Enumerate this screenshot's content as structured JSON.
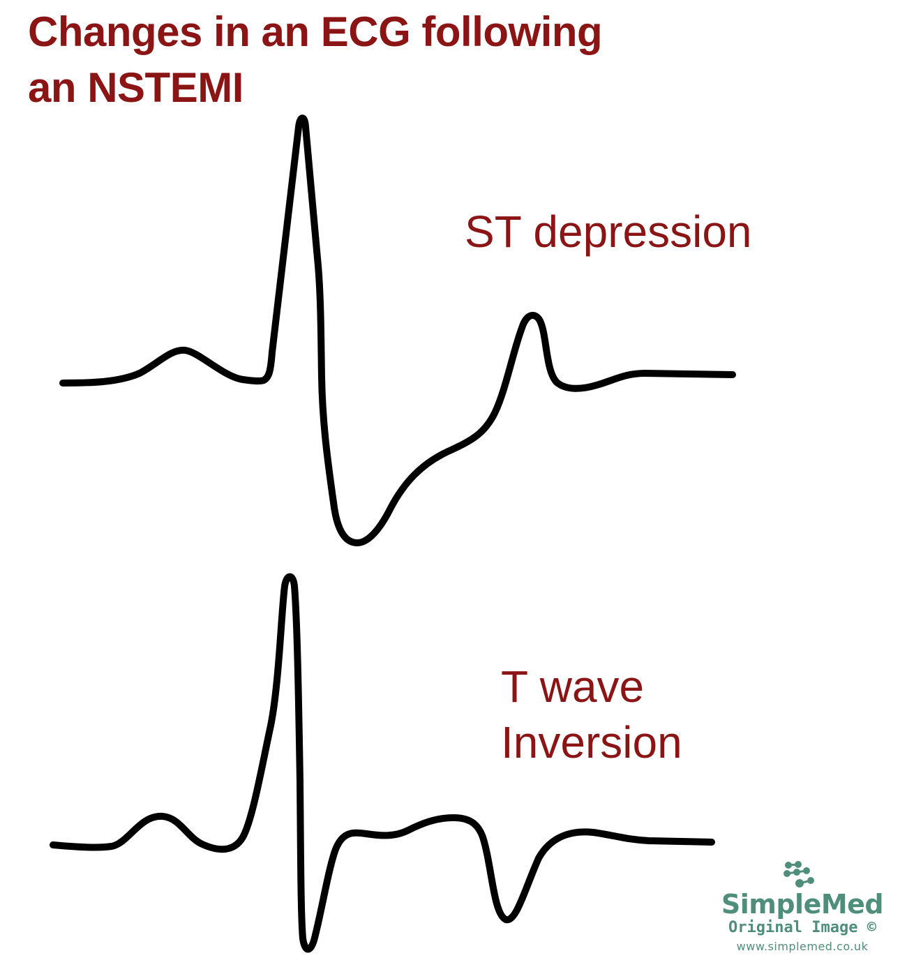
{
  "title": {
    "line1": "Changes in an ECG following",
    "line2": "an NSTEMI",
    "color": "#8b1414"
  },
  "traces": [
    {
      "id": "st-depression",
      "label": "ST depression",
      "description": "ECG complex showing P wave, tall R wave, deep S wave with depressed ST segment, upright T wave"
    },
    {
      "id": "t-wave-inversion",
      "label_line1": "T wave",
      "label_line2": "Inversion",
      "description": "ECG complex showing P wave, tall narrow R wave, deep S wave, inverted T wave"
    }
  ],
  "labels": {
    "st_depression": "ST depression",
    "t_wave_line1": "T wave",
    "t_wave_line2": "Inversion",
    "color": "#8b1414"
  },
  "logo": {
    "name": "SimpleMed",
    "subtitle": "Original Image ©",
    "url": "www.simplemed.co.uk",
    "icon": "molecule-dots-icon",
    "color": "#4f8e7b"
  },
  "colors": {
    "trace": "#000000",
    "background": "#ffffff"
  }
}
